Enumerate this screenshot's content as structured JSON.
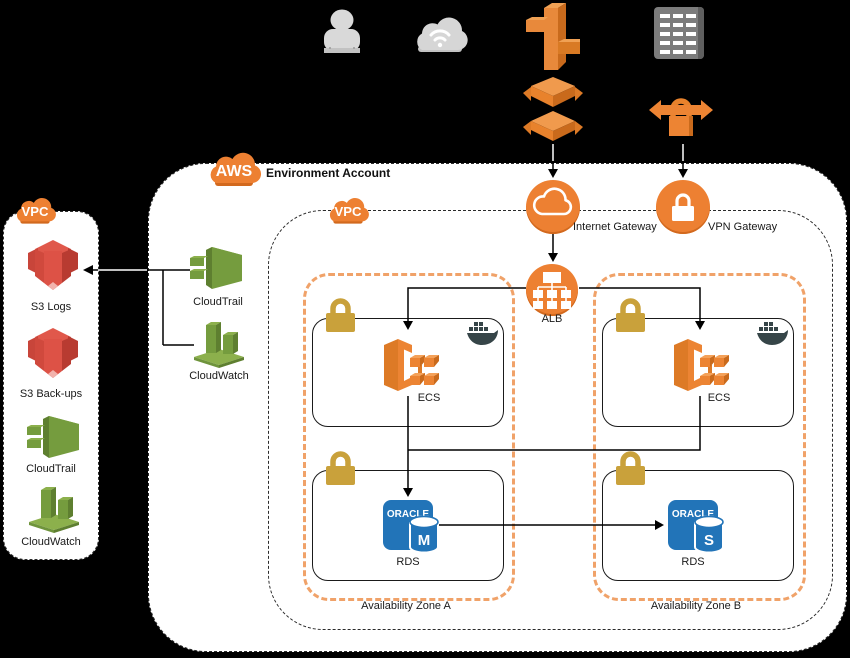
{
  "account": {
    "badge": "AWS",
    "label": "Environment Account"
  },
  "left_vpc": {
    "badge": "VPC",
    "items": [
      {
        "label": "S3 Logs"
      },
      {
        "label": "S3 Back-ups"
      },
      {
        "label": "CloudTrail"
      },
      {
        "label": "CloudWatch"
      }
    ]
  },
  "vpc": {
    "badge": "VPC"
  },
  "monitoring": {
    "cloudtrail": "CloudTrail",
    "cloudwatch": "CloudWatch"
  },
  "gateways": {
    "internet": "Internet Gateway",
    "vpn": "VPN Gateway",
    "alb": "ALB"
  },
  "zones": [
    {
      "label": "Availability Zone A",
      "ecs": "ECS",
      "rds": "RDS",
      "oracle": "ORACLE",
      "db_letter": "M"
    },
    {
      "label": "Availability Zone B",
      "ecs": "ECS",
      "rds": "RDS",
      "oracle": "ORACLE",
      "db_letter": "S"
    }
  ],
  "icons": {
    "user": "user-silhouette",
    "internet": "cloud-wifi",
    "route53": "route53-3d",
    "corporate_data_center": "building-grid",
    "internet_gateway_3d": "split-cube-arrows",
    "vpn_connection_3d": "lock-arrows",
    "internet_gateway": "cloud-outline-circle",
    "vpn_gateway": "lock-circle",
    "alb": "load-balancer-tree-circle",
    "ecs": "ecs-containers-3d",
    "rds_oracle": "oracle-db-cylinder",
    "docker": "docker-whale",
    "security_lock": "gold-lock",
    "s3": "s3-bucket-3d",
    "cloudtrail": "cloudtrail-3d",
    "cloudwatch": "cloudwatch-3d"
  },
  "colors": {
    "background": "#000000",
    "aws_orange": "#ED8032",
    "az_border": "#F0A269",
    "lock_gold": "#C9A13B",
    "green": "#759C3E",
    "s3_red": "#D8544A",
    "rds_blue": "#2274B8",
    "docker_navy": "#364548"
  }
}
